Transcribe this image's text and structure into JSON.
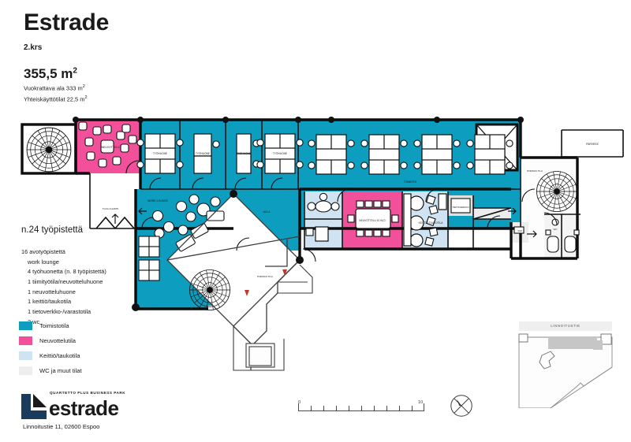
{
  "header": {
    "title": "Estrade",
    "floor": "2.krs",
    "area": "355,5 m",
    "area_sup": "2",
    "rentable_label": "Vuokrattava ala 333 m",
    "rentable_sup": "2",
    "shared_label": "Yhteiskäyttötilat  22,5 m",
    "shared_sup": "2"
  },
  "workstations": {
    "heading": "n.24 työpistettä",
    "items": [
      "16 avotyöpistettä",
      "work lounge",
      "4 työhuonetta (n. 8 työpistettä)",
      "1 tiimityötila/neuvotteluhuone",
      "1 neuvotteluhuone",
      "1 keittiö/taukotila",
      "1 tietoverkko-/varastotila",
      "2 wc"
    ]
  },
  "legend": {
    "items": [
      {
        "label": "Toimistotila",
        "color": "#0d9dbf"
      },
      {
        "label": "Neuvottelutila",
        "color": "#f2509b"
      },
      {
        "label": "Keittiö/taukotila",
        "color": "#cfe3f2"
      },
      {
        "label": "WC ja muut tilat",
        "color": "#eeeeee"
      }
    ]
  },
  "logo": {
    "kicker": "QUARTETTO PLUS BUSINESS PARK",
    "word": "estrade",
    "address": "Linnoitustie 11, 02600 Espoo"
  },
  "scale": {
    "min": "0",
    "max": "10",
    "ticks": 10
  },
  "sitemap": {
    "street_label": "LINNOITUSTIE"
  },
  "plan": {
    "room_labels": {
      "meeting_nw": "NEUVOTTELU",
      "office_1": "TYÖHUONE",
      "office_2": "TYÖHUONE",
      "office_3": "TYÖHUONE",
      "office_4": "TYÖHUONE",
      "open_office": "TOIMISTO",
      "work_lounge": "WORK LOUNGE",
      "aula": "AULA",
      "meeting_main": "NEUVOTTELU 10 HLÖ",
      "kitchen": "KEITTIÖ TAUKOTILA",
      "server": "TIETOVERKKO",
      "balcony": "PARVEKE",
      "stair_w": "PORRAS TILA",
      "stair_e": "PORRAS TILA",
      "entry_w": "TUULI KAAPPI",
      "wc": "WC",
      "storage": "VAR"
    },
    "colors": {
      "office": "#0d9dbf",
      "meeting": "#f2509b",
      "kitchen": "#cfe3f2",
      "other": "#ededed",
      "wall": "#0d0d0d",
      "thin": "#3b3b3b",
      "paper": "#ffffff"
    }
  }
}
